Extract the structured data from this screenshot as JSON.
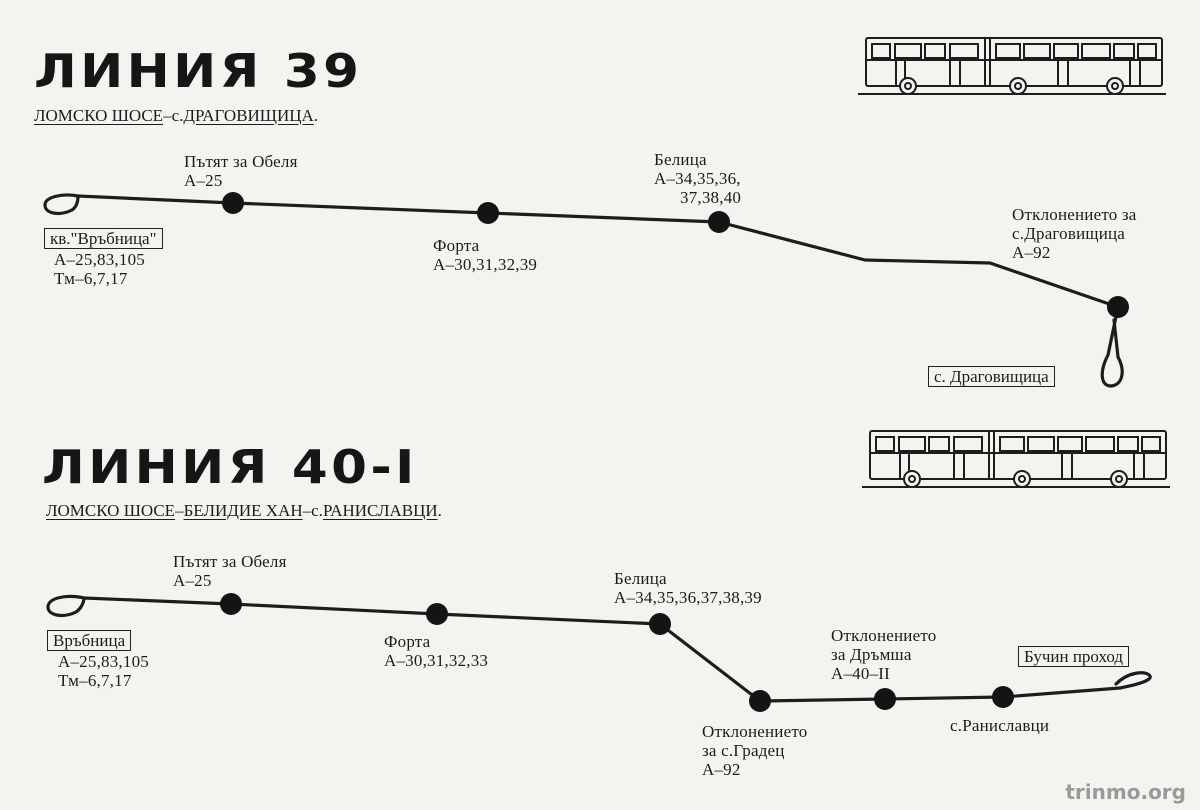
{
  "line39": {
    "title": "ЛИНИЯ 39",
    "route": {
      "a": "ЛОМСКО ШОСЕ",
      "sep1": "–с.",
      "b": "ДРАГОВИЩИЦА",
      "end": "."
    },
    "terminus_start": {
      "name": "кв.\"Връбница\"",
      "lines1": "А–25,83,105",
      "lines2": "Тм–6,7,17"
    },
    "stops": [
      {
        "name": "Пътят за Обеля",
        "lines": "А–25"
      },
      {
        "name": "Форта",
        "lines": "А–30,31,32,39"
      },
      {
        "name": "Белица",
        "lines": "А–34,35,36,",
        "lines_cont": "37,38,40"
      },
      {
        "name": "Отклонението за",
        "name2": "с.Драговищица",
        "lines": "А–92"
      }
    ],
    "terminus_end": {
      "name": "с. Драговищица"
    }
  },
  "line40": {
    "title": "ЛИНИЯ 40-I",
    "route": {
      "a": "ЛОМСКО ШОСЕ",
      "sep1": "–",
      "b": "БЕЛИДИЕ ХАН",
      "sep2": "–с.",
      "c": "РАНИСЛАВЦИ",
      "end": "."
    },
    "terminus_start": {
      "name": "Връбница",
      "lines1": "А–25,83,105",
      "lines2": "Тм–6,7,17"
    },
    "stops": [
      {
        "name": "Пътят за Обеля",
        "lines": "А–25"
      },
      {
        "name": "Форта",
        "lines": "А–30,31,32,33"
      },
      {
        "name": "Белица",
        "lines": "А–34,35,36,37,38,39"
      },
      {
        "name": "Отклонението",
        "name2": "за с.Градец",
        "lines": "А–92"
      },
      {
        "name": "Отклонението",
        "name2": "за Дръмша",
        "lines": "А–40–II"
      },
      {
        "name": "с.Раниславци"
      }
    ],
    "terminus_end": {
      "name": "Бучин проход"
    }
  },
  "watermark": "trinmo.org",
  "colors": {
    "paper": "#f4f3ef",
    "ink": "#1c1c1c"
  },
  "icons": [
    "articulated-bus-icon"
  ]
}
